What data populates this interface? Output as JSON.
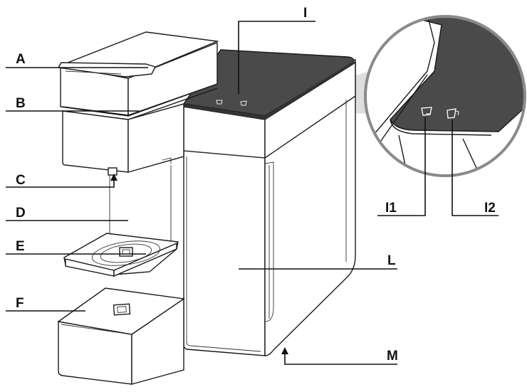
{
  "labels": {
    "A": "A",
    "B": "B",
    "C": "C",
    "D": "D",
    "E": "E",
    "F": "F",
    "I": "I",
    "I1": "I1",
    "I2": "I2",
    "L": "L",
    "M": "M"
  },
  "colors": {
    "line": "#1a1a1a",
    "top_panel": "#4a4a4a",
    "zoom_ring": "#8a8a8a",
    "zoom_beam": "#c8c8c8",
    "background": "#ffffff"
  },
  "icons": [
    "cup-small-icon",
    "cup-large-icon"
  ]
}
